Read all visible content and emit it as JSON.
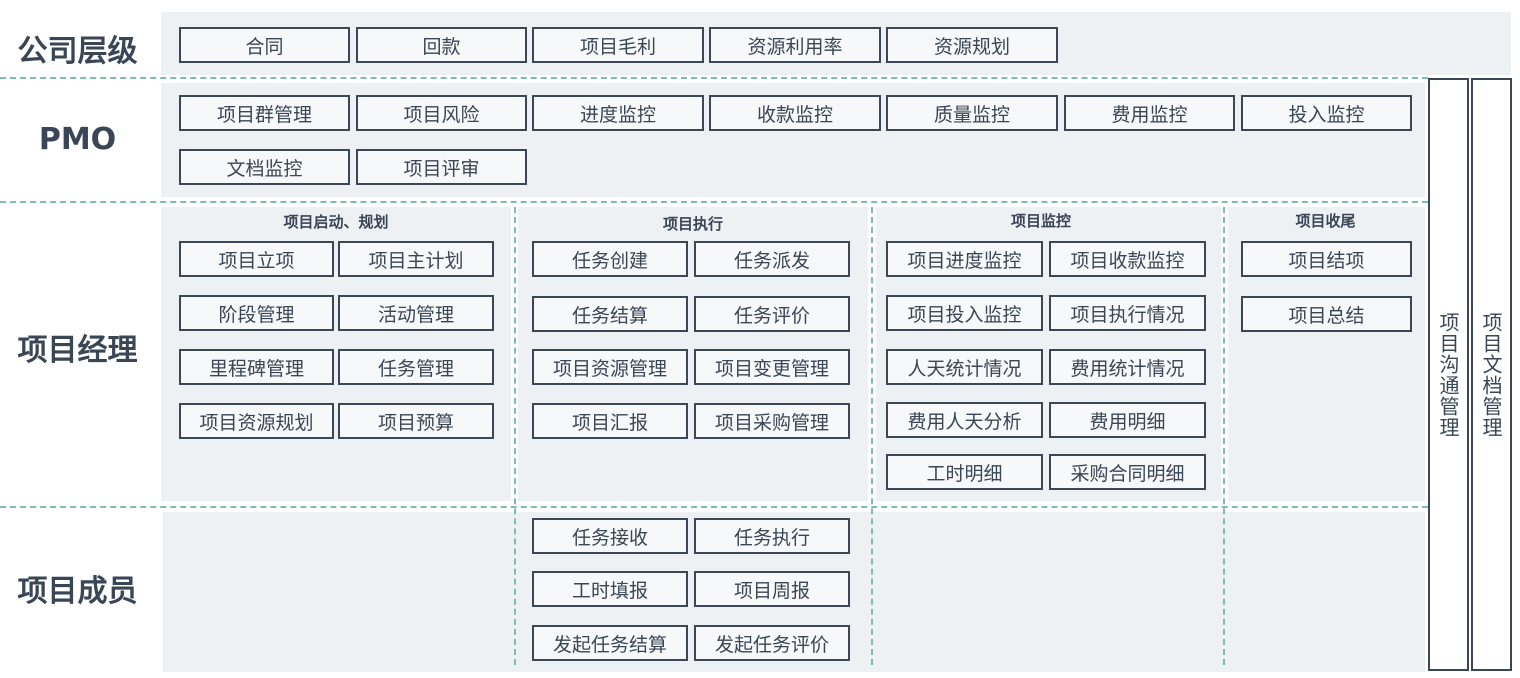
{
  "rows": {
    "company": "公司层级",
    "pmo": "PMO",
    "pm": "项目经理",
    "member": "项目成员"
  },
  "company_items": [
    "合同",
    "回款",
    "项目毛利",
    "资源利用率",
    "资源规划"
  ],
  "pmo_items": [
    "项目群管理",
    "项目风险",
    "进度监控",
    "收款监控",
    "质量监控",
    "费用监控",
    "投入监控",
    "文档监控",
    "项目评审"
  ],
  "sections": {
    "planning": "项目启动、规划",
    "execution": "项目执行",
    "monitoring": "项目监控",
    "closing": "项目收尾"
  },
  "planning_items": [
    "项目立项",
    "项目主计划",
    "阶段管理",
    "活动管理",
    "里程碑管理",
    "任务管理",
    "项目资源规划",
    "项目预算"
  ],
  "execution_items": [
    "任务创建",
    "任务派发",
    "任务结算",
    "任务评价",
    "项目资源管理",
    "项目变更管理",
    "项目汇报",
    "项目采购管理"
  ],
  "monitoring_items": [
    "项目进度监控",
    "项目收款监控",
    "项目投入监控",
    "项目执行情况",
    "人天统计情况",
    "费用统计情况",
    "费用人天分析",
    "费用明细",
    "工时明细",
    "采购合同明细"
  ],
  "closing_items": [
    "项目结项",
    "项目总结"
  ],
  "member_items": [
    "任务接收",
    "任务执行",
    "工时填报",
    "项目周报",
    "发起任务结算",
    "发起任务评价"
  ],
  "side": {
    "communication": "项目沟通管理",
    "documents": "项目文档管理"
  },
  "colors": {
    "panel": "#eef1f3",
    "border": "#3d4654",
    "text": "#3a4556",
    "dash": "#7ebcb0"
  }
}
